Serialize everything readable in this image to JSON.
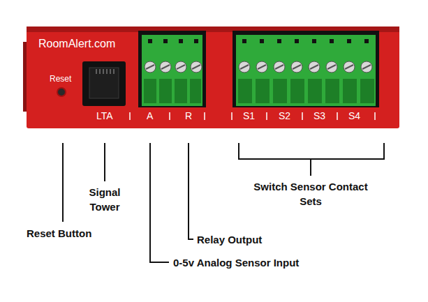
{
  "diagram": {
    "labels": [
      "RoomAlert.com",
      "Reset",
      "LTA",
      "A",
      "R",
      "S1",
      "S2",
      "S3",
      "S4",
      "Signal Tower",
      "Switch Sensor Contact Sets",
      "Reset Button",
      "Relay Output",
      "0-5v Analog Sensor Input"
    ]
  }
}
